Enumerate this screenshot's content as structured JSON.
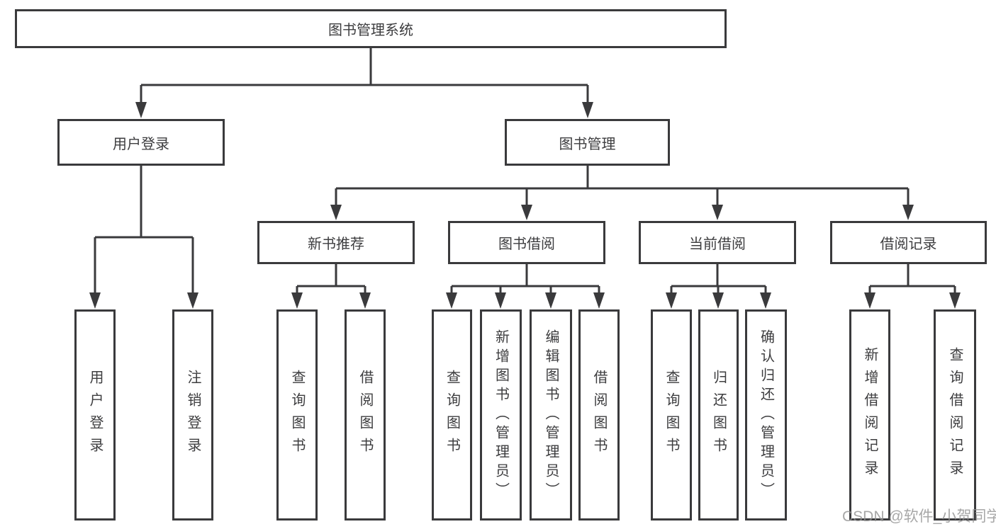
{
  "tree": {
    "root": {
      "label": "图书管理系统",
      "children": [
        {
          "label": "用户登录",
          "children": [
            {
              "label": "用户登录"
            },
            {
              "label": "注销登录"
            }
          ]
        },
        {
          "label": "图书管理",
          "children": [
            {
              "label": "新书推荐",
              "children": [
                {
                  "label": "查询图书"
                },
                {
                  "label": "借阅图书"
                }
              ]
            },
            {
              "label": "图书借阅",
              "children": [
                {
                  "label": "查询图书"
                },
                {
                  "label": "新增图书（管理员）"
                },
                {
                  "label": "编辑图书（管理员）"
                },
                {
                  "label": "借阅图书"
                }
              ]
            },
            {
              "label": "当前借阅",
              "children": [
                {
                  "label": "查询图书"
                },
                {
                  "label": "归还图书"
                },
                {
                  "label": "确认归还（管理员）"
                }
              ]
            },
            {
              "label": "借阅记录",
              "children": [
                {
                  "label": "新增借阅记录"
                },
                {
                  "label": "查询借阅记录"
                }
              ]
            }
          ]
        }
      ]
    }
  },
  "watermark": {
    "text": "CSDN @软件_小贺同学"
  },
  "colors": {
    "background": "#ffffff",
    "box_fill": "#ffffff",
    "box_border": "#3a3a3c",
    "line": "#3a3a3c",
    "text": "#3d3d3f",
    "watermark": "#919191"
  }
}
